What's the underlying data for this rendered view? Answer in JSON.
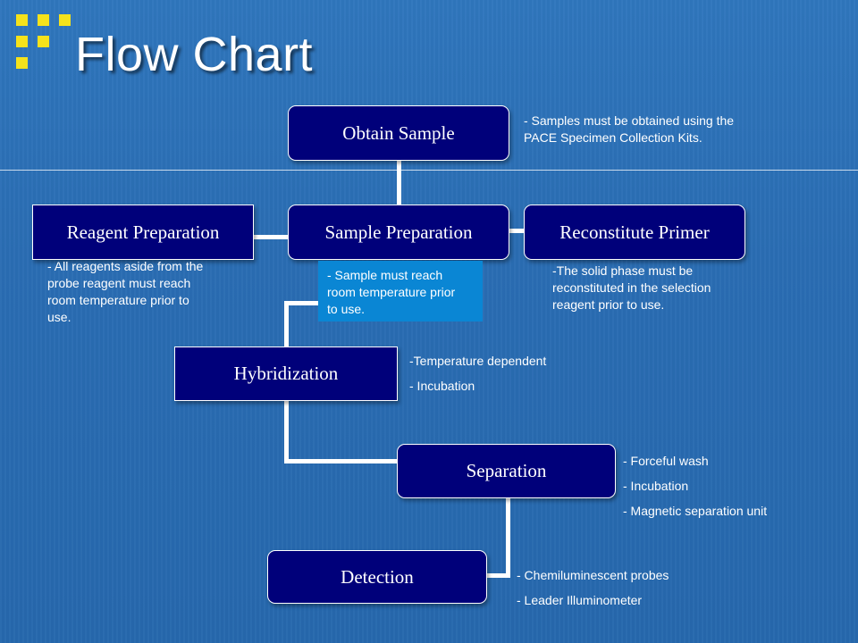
{
  "slide": {
    "title": "Flow Chart"
  },
  "colors": {
    "box_fill": "#00007a",
    "background": "#2a6db3",
    "callout_fill": "#0a86d4",
    "logo": "#f5e21b"
  },
  "nodes": {
    "obtain_sample": "Obtain Sample",
    "sample_preparation": "Sample Preparation",
    "reagent_preparation": "Reagent Preparation",
    "reconstitute_primer": "Reconstitute Primer",
    "hybridization": "Hybridization",
    "separation": "Separation",
    "detection": "Detection"
  },
  "notes": {
    "obtain_sample": [
      "- Samples must be obtained using the",
      "PACE Specimen Collection Kits."
    ],
    "sample_preparation": [
      "- Sample must reach",
      "room temperature prior",
      "to use."
    ],
    "reagent_preparation": [
      "- All reagents aside from the",
      "probe reagent must reach",
      "room temperature prior to",
      "use."
    ],
    "reconstitute_primer": [
      "-The solid phase must be",
      "reconstituted in the selection",
      "reagent prior to use."
    ],
    "hybridization": [
      "-Temperature dependent",
      "- Incubation"
    ],
    "separation": [
      "- Forceful wash",
      "- Incubation",
      "- Magnetic separation unit"
    ],
    "detection": [
      "- Chemiluminescent probes",
      "- Leader Illuminometer"
    ]
  }
}
